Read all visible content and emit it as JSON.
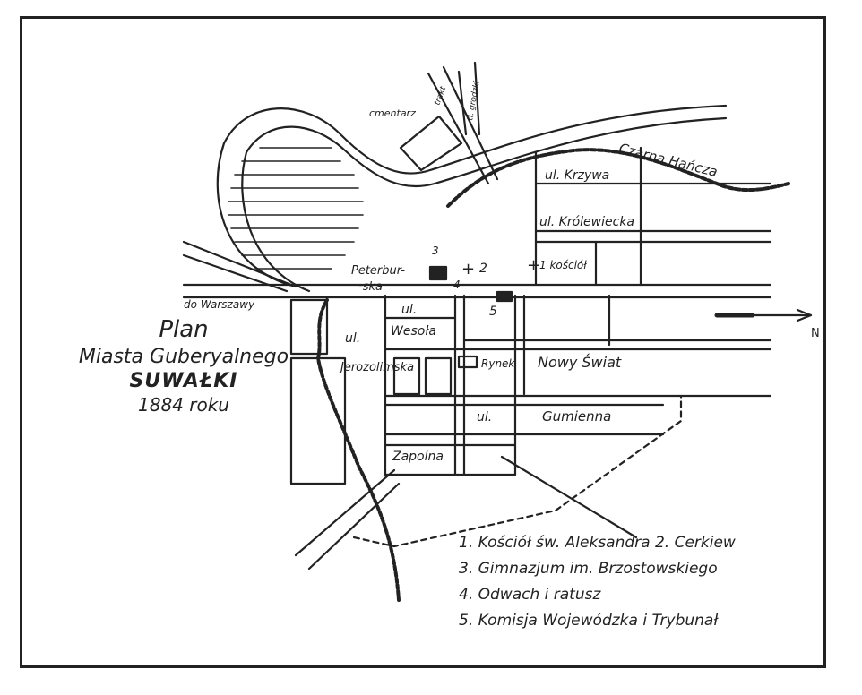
{
  "title": {
    "line1": "Plan",
    "line2": "Miasta Guberyalnego",
    "line3": "SUWAŁKI",
    "line4": "1884 roku"
  },
  "labels": {
    "cemetery": "cmentarz",
    "road_trakt": "trakt",
    "road_grodno": "tl. grodzki",
    "river": "Czarna Hańcza",
    "krzywa": "ul. Krzywa",
    "krolewiecka": "ul. Królewiecka",
    "kosciol": "1 kościół",
    "peterburska_1": "Peterbur-",
    "peterburska_2": "-ska",
    "warszawa": "do Warszawy",
    "ul_1": "ul.",
    "wesola": "Wesoła",
    "ul_2": "ul.",
    "jerozolimska": "Jerozolimska",
    "rynek": "Rynek",
    "nowy_swiat": "Nowy Świat",
    "ul_3": "ul.",
    "gumienna": "Gumienna",
    "zapolna": "Zapolna",
    "north": "N",
    "num_1": "+",
    "num_2": "2",
    "num_3": "3",
    "num_4": "4",
    "num_5": "5",
    "num_plus": "+"
  },
  "legend": [
    "1. Kościół św. Aleksandra   2. Cerkiew",
    "3. Gimnazjum im. Brzostowskiego",
    "4. Odwach i ratusz",
    "5. Komisja Wojewódzka i Trybunał"
  ]
}
